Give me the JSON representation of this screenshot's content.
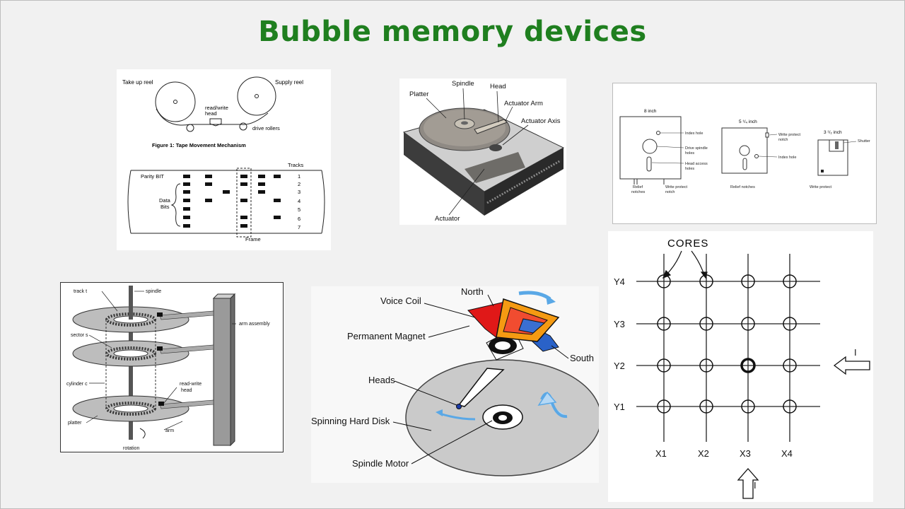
{
  "slide": {
    "title": "Bubble memory devices"
  },
  "tape": {
    "take_up_reel": "Take up reel",
    "supply_reel": "Supply reel",
    "read_write_head": [
      "read/write",
      "head"
    ],
    "drive_rollers": "drive rollers",
    "figure_caption": "Figure 1: Tape Movement Mechanism",
    "tracks_label": "Tracks",
    "parity_bit": "Parity BIT",
    "data_bits": [
      "Data",
      "Bits"
    ],
    "track_numbers": [
      "1",
      "2",
      "3",
      "4",
      "5",
      "6",
      "7"
    ],
    "frame_label": "Frame"
  },
  "hdd": {
    "labels": [
      "Platter",
      "Spindle",
      "Head",
      "Actuator Arm",
      "Actuator Axis",
      "Actuator"
    ]
  },
  "floppy": {
    "size_8": "8 inch",
    "size_5": [
      "5 ¹/₄ inch"
    ],
    "size_3": "3 ¹/₂ inch",
    "labels_8": [
      "Index hole",
      "Drive spindle",
      "holes",
      "Head access",
      "holes",
      "Relief",
      "notches",
      "Write protect",
      "notch"
    ],
    "labels_5": [
      "Write protect",
      "notch",
      "Index hole",
      "Relief notches"
    ],
    "labels_3": [
      "Shutter",
      "Write protect"
    ]
  },
  "disk_stack": {
    "labels": [
      "track t",
      "spindle",
      "sector s",
      "cylinder c",
      "read-write",
      "head",
      "platter",
      "arm",
      "rotation",
      "arm assembly"
    ]
  },
  "disk_drive": {
    "labels": [
      "Voice Coil",
      "North",
      "Permanent Magnet",
      "South",
      "Heads",
      "Spinning Hard Disk",
      "Spindle Motor"
    ],
    "colors": {
      "north": "#e01818",
      "south": "#2a62c8",
      "arm_frame": "#f59a12",
      "disk": "#cacaca",
      "arrow": "#5aa8e6"
    }
  },
  "core_matrix": {
    "cores_label": "CORES",
    "rows": [
      "Y4",
      "Y3",
      "Y2",
      "Y1"
    ],
    "cols": [
      "X1",
      "X2",
      "X3",
      "X4"
    ],
    "current_label": "I",
    "selected_core": "X3,Y2"
  }
}
